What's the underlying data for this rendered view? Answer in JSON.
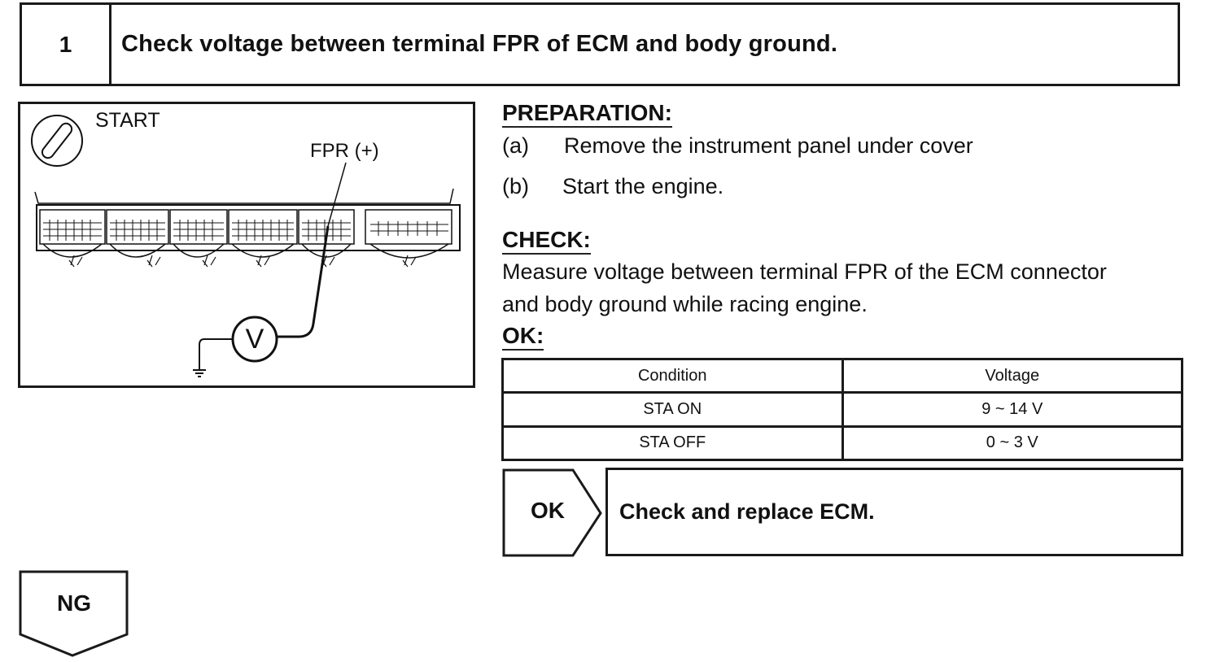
{
  "step": {
    "number": "1",
    "title": "Check voltage between terminal FPR of ECM and body ground."
  },
  "diagram": {
    "start_label": "START",
    "terminal_label": "FPR (+)",
    "meter_label": "V",
    "icons": [
      "ignition-key-icon",
      "voltmeter-icon",
      "ground-icon",
      "ecm-connector-icon"
    ]
  },
  "preparation": {
    "heading": "PREPARATION:",
    "items": [
      {
        "letter": "(a)",
        "text": "Remove the instrument panel under cover"
      },
      {
        "letter": "(b)",
        "text": "Start the engine."
      }
    ]
  },
  "check": {
    "heading": "CHECK:",
    "line1": "Measure voltage between terminal FPR of the ECM connector",
    "line2": "and body ground while racing engine."
  },
  "ok": {
    "heading": "OK:",
    "table": {
      "headers": [
        "Condition",
        "Voltage"
      ],
      "rows": [
        [
          "STA ON",
          "9 ~ 14 V"
        ],
        [
          "STA OFF",
          "0 ~ 3 V"
        ]
      ]
    }
  },
  "result_ok": {
    "label": "OK",
    "action": "Check and replace ECM."
  },
  "result_ng": {
    "label": "NG"
  }
}
